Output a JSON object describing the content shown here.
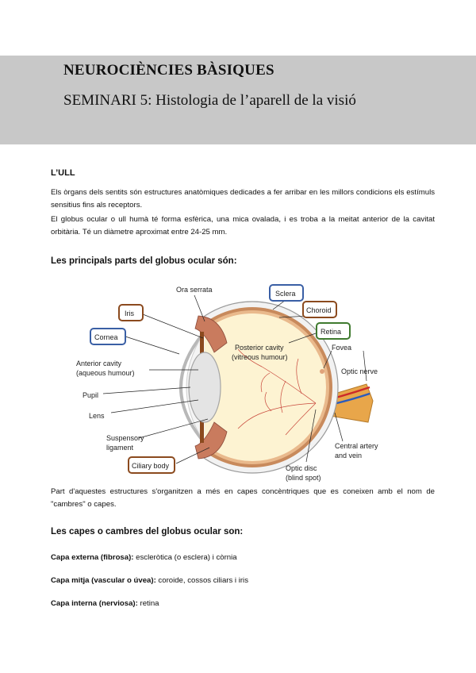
{
  "header": {
    "title": "NEUROCIÈNCIES BÀSIQUES",
    "subtitle": "SEMINARI 5: Histologia de l’aparell de la visió"
  },
  "section1": {
    "heading": "L’ULL",
    "para1": "Els òrgans dels sentits són estructures anatòmiques dedicades a fer arribar en les millors condicions els estímuls sensitius fins als receptors.",
    "para2": "El globus ocular o ull humà té forma esfèrica, una mica ovalada, i es troba a la meitat anterior de la cavitat orbitària. Té un diàmetre aproximat entre 24-25 mm."
  },
  "section2": {
    "heading": "Les principals parts del globus ocular són:"
  },
  "diagram": {
    "labels": {
      "ora_serrata": "Ora serrata",
      "sclera": "Sclera",
      "iris": "Iris",
      "choroid": "Choroid",
      "retina": "Retina",
      "cornea": "Cornea",
      "fovea": "Fovea",
      "posterior_cavity_1": "Posterior cavity",
      "posterior_cavity_2": "(vitreous humour)",
      "anterior_cavity_1": "Anterior cavity",
      "anterior_cavity_2": "(aqueous humour)",
      "optic_nerve": "Optic nerve",
      "pupil": "Pupil",
      "lens": "Lens",
      "suspensory_1": "Suspensory",
      "suspensory_2": "ligament",
      "central_1": "Central artery",
      "central_2": "and vein",
      "ciliary_body": "Ciliary body",
      "optic_disc_1": "Optic disc",
      "optic_disc_2": "(blind spot)"
    },
    "colors": {
      "blue_box": "#3a5fa5",
      "brown_box": "#8b4a1e",
      "green_box": "#3f7a2f"
    }
  },
  "para3": "Part d'aquestes estructures s'organitzen a més en capes concèntriques que es coneixen amb el nom de \"cambres\" o capes.",
  "section3": {
    "heading": "Les capes o cambres del globus ocular son:"
  },
  "layers": [
    {
      "label": "Capa externa (fibrosa):",
      "text": " escleròtica (o esclera) i còrnia"
    },
    {
      "label": "Capa mitja (vascular o úvea):",
      "text": " coroide, cossos ciliars i iris"
    },
    {
      "label": "Capa interna (nerviosa):",
      "text": " retina"
    }
  ]
}
